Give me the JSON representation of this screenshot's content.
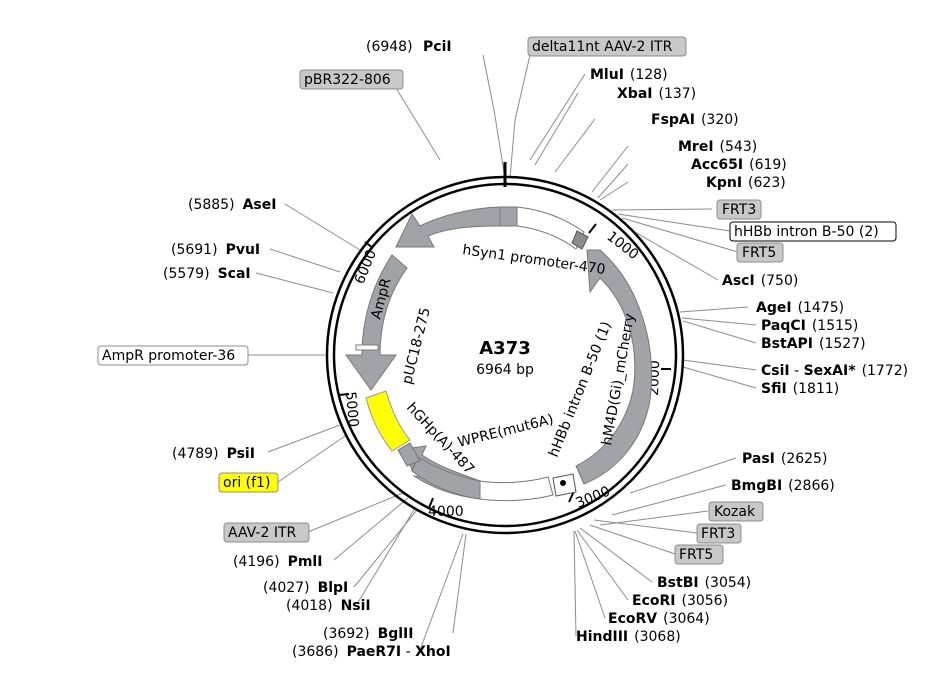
{
  "plasmid": {
    "name": "A373",
    "length_label": "6964 bp",
    "length": 6964
  },
  "colors": {
    "feature_gray": "#a0a4a8",
    "ori_yellow": "#ffff00",
    "label_box_gray": "#c8c8c8",
    "leader": "#8c8c8c"
  },
  "ticks": [
    "1000",
    "2000",
    "3000",
    "4000",
    "5000",
    "6000"
  ],
  "arc_labels": {
    "hsyn1": "hSyn1 promoter-470",
    "mcherry": "hM4D(Gi)_mCherry",
    "intron1": "hHBb intron B-50 (1)",
    "wpre": "WPRE(mut6A)",
    "hghpa": "hGHp(A)-487",
    "puc": "pUC18-275",
    "ampr": "AmpR"
  },
  "sites": [
    {
      "name": "PciI",
      "pos": "(6948)"
    },
    {
      "name": "MluI",
      "pos": "(128)"
    },
    {
      "name": "XbaI",
      "pos": "(137)"
    },
    {
      "name": "FspAI",
      "pos": "(320)"
    },
    {
      "name": "MreI",
      "pos": "(543)"
    },
    {
      "name": "Acc65I",
      "pos": "(619)"
    },
    {
      "name": "KpnI",
      "pos": "(623)"
    },
    {
      "name": "AscI",
      "pos": "(750)"
    },
    {
      "name": "AgeI",
      "pos": "(1475)"
    },
    {
      "name": "PaqCI",
      "pos": "(1515)"
    },
    {
      "name": "BstAPI",
      "pos": "(1527)"
    },
    {
      "name": "CsiI",
      "name2": "SexAI*",
      "pos": "(1772)"
    },
    {
      "name": "SfiI",
      "pos": "(1811)"
    },
    {
      "name": "PasI",
      "pos": "(2625)"
    },
    {
      "name": "BmgBI",
      "pos": "(2866)"
    },
    {
      "name": "BstBI",
      "pos": "(3054)"
    },
    {
      "name": "EcoRI",
      "pos": "(3056)"
    },
    {
      "name": "EcoRV",
      "pos": "(3064)"
    },
    {
      "name": "HindIII",
      "pos": "(3068)"
    },
    {
      "name": "BglII",
      "pos": "(3692)"
    },
    {
      "name": "PaeR7I",
      "name2": "XhoI",
      "pos": "(3686)"
    },
    {
      "name": "BlpI",
      "pos": "(4027)"
    },
    {
      "name": "NsiI",
      "pos": "(4018)"
    },
    {
      "name": "PmlI",
      "pos": "(4196)"
    },
    {
      "name": "PsiI",
      "pos": "(4789)"
    },
    {
      "name": "ScaI",
      "pos": "(5579)"
    },
    {
      "name": "PvuI",
      "pos": "(5691)"
    },
    {
      "name": "AseI",
      "pos": "(5885)"
    }
  ],
  "feature_boxes": [
    "delta11nt AAV-2 ITR",
    "pBR322-806",
    "FRT3",
    "hHBb intron B-50 (2)",
    "FRT5",
    "AmpR promoter-36",
    "ori (f1)",
    "AAV-2 ITR",
    "Kozak",
    "FRT3",
    "FRT5"
  ]
}
